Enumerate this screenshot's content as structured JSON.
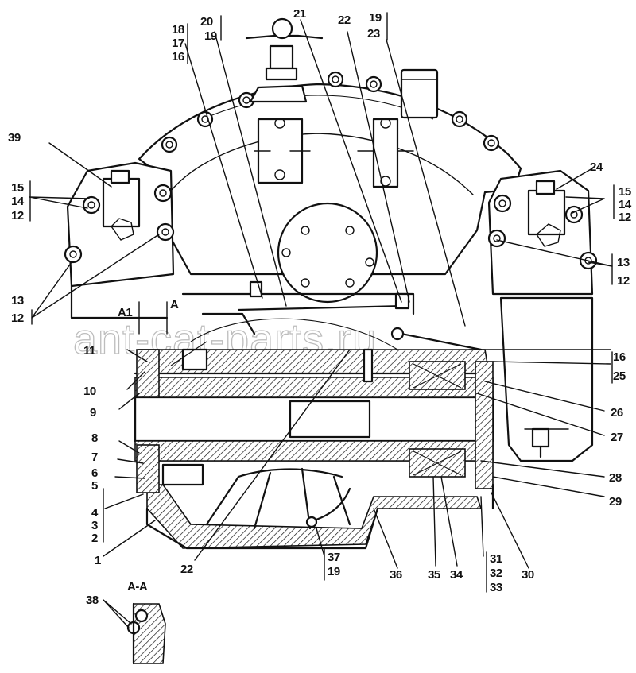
{
  "watermark": "ant-cat-parts.ru",
  "section_label": "A-A",
  "labels": {
    "l18": "18",
    "l17": "17",
    "l16": "16",
    "l20": "20",
    "l19a": "19",
    "l21": "21",
    "l22a": "22",
    "l19b": "19",
    "l23a": "23",
    "l39": "39",
    "l15a": "15",
    "l14a": "14",
    "l12a": "12",
    "l24": "24",
    "l15b": "15",
    "l14b": "14",
    "l12b": "12",
    "l13a": "13",
    "l12c": "12",
    "l13b": "13",
    "l12d": "12",
    "lA1": "A1",
    "lA2": "A",
    "l11": "11",
    "l10": "10",
    "l9": "9",
    "l16b": "16",
    "l25": "25",
    "l26": "26",
    "l27": "27",
    "l8": "8",
    "l7": "7",
    "l6": "6",
    "l5": "5",
    "l4": "4",
    "l3": "3",
    "l2": "2",
    "l1": "1",
    "l28": "28",
    "l29": "29",
    "l22b": "22",
    "l37": "37",
    "l19c": "19",
    "l36": "36",
    "l35": "35",
    "l34": "34",
    "l31": "31",
    "l32": "32",
    "l33": "33",
    "l30": "30",
    "l38": "38"
  }
}
